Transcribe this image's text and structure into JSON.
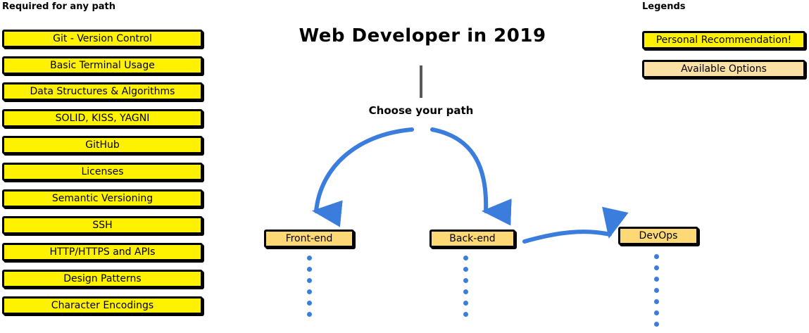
{
  "sidebar": {
    "title": "Required for any path",
    "box_color": "#FFF200",
    "items": [
      {
        "label": "Git - Version Control"
      },
      {
        "label": "Basic Terminal Usage"
      },
      {
        "label": "Data Structures & Algorithms"
      },
      {
        "label": "SOLID, KISS, YAGNI"
      },
      {
        "label": "GitHub"
      },
      {
        "label": "Licenses"
      },
      {
        "label": "Semantic Versioning"
      },
      {
        "label": "SSH"
      },
      {
        "label": "HTTP/HTTPS and APIs"
      },
      {
        "label": "Design Patterns"
      },
      {
        "label": "Character Encodings"
      }
    ]
  },
  "center": {
    "title": "Web Developer in 2019",
    "choose_label": "Choose your path",
    "stem_color": "#585858",
    "arrow_color": "#3B7DDD",
    "path_box_color": "#FCD975",
    "paths": [
      {
        "label": "Front-end",
        "dots": 6
      },
      {
        "label": "Back-end",
        "dots": 6
      },
      {
        "label": "DevOps",
        "dots": 7
      }
    ]
  },
  "legend": {
    "title": "Legends",
    "items": [
      {
        "label": "Personal Recommendation!",
        "color": "#FFF200"
      },
      {
        "label": "Available Options",
        "color": "#FBE0A6"
      }
    ]
  }
}
